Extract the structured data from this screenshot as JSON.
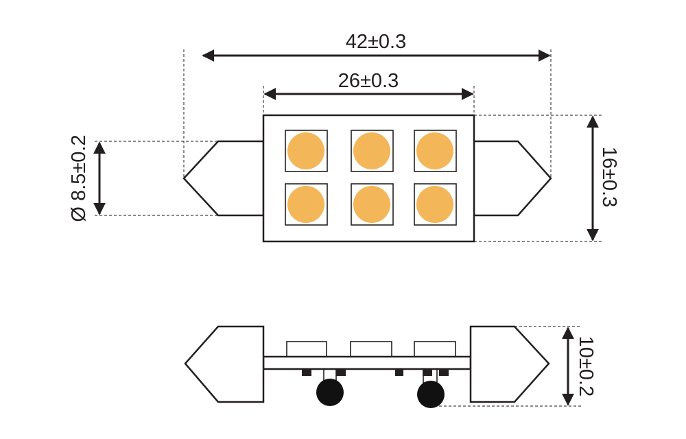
{
  "dimensions": {
    "overall_length": "42±0.3",
    "body_length": "26±0.3",
    "cap_diameter": "Ø 8.5±0.2",
    "body_height": "16±0.3",
    "side_height": "10±0.2"
  },
  "colors": {
    "led": "#f3b75a",
    "line": "#231f20",
    "contact": "#111111"
  },
  "led_grid": {
    "rows": 2,
    "cols": 3
  }
}
